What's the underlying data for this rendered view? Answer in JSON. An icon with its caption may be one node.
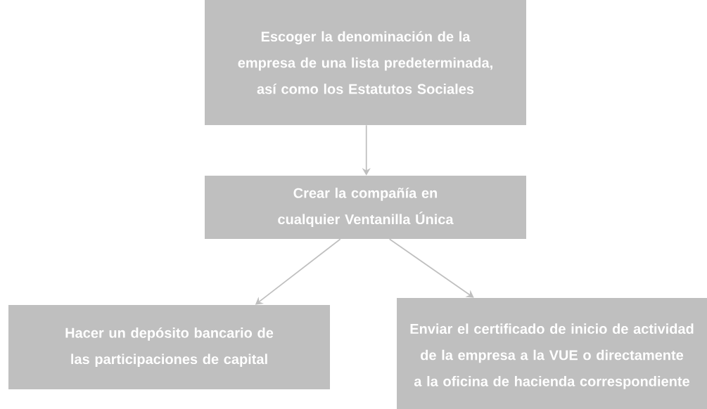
{
  "diagram": {
    "nodes": [
      {
        "text": [
          "Escoger la denominación de la empresa de una lista predeterminada, así como los Estatutos Sociales"
        ]
      },
      {
        "text": [
          "Crear la compañía en cualquier Ventanilla Única"
        ]
      },
      {
        "text": [
          "Hacer un depósito bancario de las participaciones de capital"
        ]
      },
      {
        "text": [
          "Enviar el certificado de inicio de actividad de la empresa a la VUE o directamente a la oficina de hacienda correspondiente"
        ]
      }
    ],
    "edges": [
      {
        "from": 0,
        "to": 1,
        "arrow": "to"
      },
      {
        "from": 1,
        "to": 2,
        "arrow": "to"
      },
      {
        "from": 1,
        "to": 3,
        "arrow": "to"
      }
    ]
  }
}
